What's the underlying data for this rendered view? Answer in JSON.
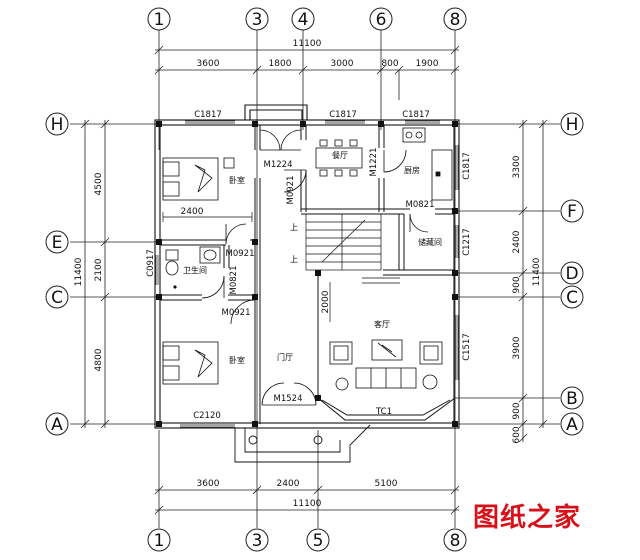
{
  "grid_top": [
    "1",
    "3",
    "4",
    "6",
    "8"
  ],
  "grid_bottom": [
    "1",
    "3",
    "5",
    "8"
  ],
  "grid_left": [
    "H",
    "E",
    "C",
    "A"
  ],
  "grid_right": [
    "H",
    "F",
    "D",
    "C",
    "B",
    "A"
  ],
  "dims_top": {
    "total": "11100",
    "seg": [
      "3600",
      "1800",
      "3000",
      "800",
      "1900"
    ]
  },
  "dims_bottom": {
    "seg": [
      "3600",
      "2400",
      "5100"
    ],
    "total": "11100"
  },
  "dims_left": {
    "total": "11400",
    "seg": [
      "4500",
      "2100",
      "4800"
    ]
  },
  "dims_right": {
    "total": "11400",
    "seg": [
      "3300",
      "2400",
      "900",
      "3900",
      "900",
      "600"
    ]
  },
  "inner_dims": {
    "bed_width": "2400",
    "hall_2000": "2000"
  },
  "rooms": {
    "bedroom_top": "卧室",
    "dining": "餐厅",
    "kitchen": "厨房",
    "bath": "卫生间",
    "storage": "储藏间",
    "living": "客厅",
    "foyer": "门厅",
    "bedroom_bottom": "卧室",
    "up1": "上",
    "up2": "上"
  },
  "codes": {
    "c1817_a": "C1817",
    "c1817_b": "C1817",
    "c1817_c": "C1817",
    "c1817_v": "C1817",
    "m1224": "M1224",
    "m0921_a": "M0921",
    "m1221": "M1221",
    "m0821_a": "M0821",
    "c1217": "C1217",
    "c0917": "C0917",
    "m0921_b": "M0921",
    "m0821_b": "M0821",
    "m0921_c": "M0921",
    "c1517": "C1517",
    "m1524": "M1524",
    "tc1": "TC1",
    "c2120": "C2120"
  },
  "watermark": "图纸之家"
}
